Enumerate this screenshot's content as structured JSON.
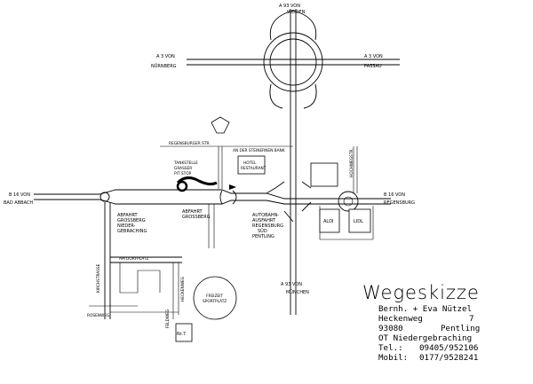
{
  "title": "Wegeskizze",
  "address": {
    "name": "Bernh. + Eva Nützel",
    "street": "Heckenweg",
    "house_number": "7",
    "postal_code": "93080",
    "city": "Pentling",
    "district": "OT Niedergebraching",
    "phone_label": "Tel.:",
    "phone": "09405/952106",
    "mobile_label": "Mobil:",
    "mobile": "0177/9528241"
  },
  "labels": {
    "a93_north": "A 93  VON",
    "a93_north_2": "WEIDEN",
    "a3_west": "A 3  VON",
    "a3_west_2": "NÜRNBERG",
    "a3_east": "A 3  VON",
    "a3_east_2": "PASSAU",
    "b16_west": "B 16  VON",
    "b16_west_2": "BAD ABBACH",
    "b16_east": "B 16  VON",
    "b16_east_2": "REGENSBURG",
    "a93_south": "A 93  VON",
    "a93_south_2": "MÜNCHEN",
    "regensburger_str": "REGENSBURGER STR.",
    "steinernen_bank": "AN DER STEINERNEN BANK",
    "hotel": "HOTEL",
    "hotel_2": "RESTAURANT",
    "tankstelle": "TANKSTELLE",
    "tankstelle_2": "GRASSER",
    "tankstelle_3": "PIT STOP",
    "hochweg": "HOCHWEGSTR.",
    "abfahrt_w": "ABFAHRT",
    "abfahrt_w_2": "GROSSBERG",
    "abfahrt_w_3": "NIEDER-",
    "abfahrt_w_4": "GEBRACHING",
    "abfahrt_c": "ABFAHRT",
    "abfahrt_c_2": "GROSSBERG",
    "autobahn": "AUTOBAHN-",
    "autobahn_2": "AUSFAHRT",
    "autobahn_3": "REGENSBURG",
    "autobahn_4": "SÜD",
    "autobahn_5": "PENTLING",
    "aldi": "ALDI",
    "lidl": "LIDL",
    "kirchstrasse": "KIRCHSTRASSE",
    "am_dorfplatz": "AM DORFPLATZ",
    "feldweg": "FELDWEG",
    "heckenweg_road": "HECKENWEG",
    "rosenweg": "ROSENWEG",
    "sports": "FREIZEIT",
    "sports_2": "SPORTPLATZ",
    "nr7": "Nr.7"
  }
}
